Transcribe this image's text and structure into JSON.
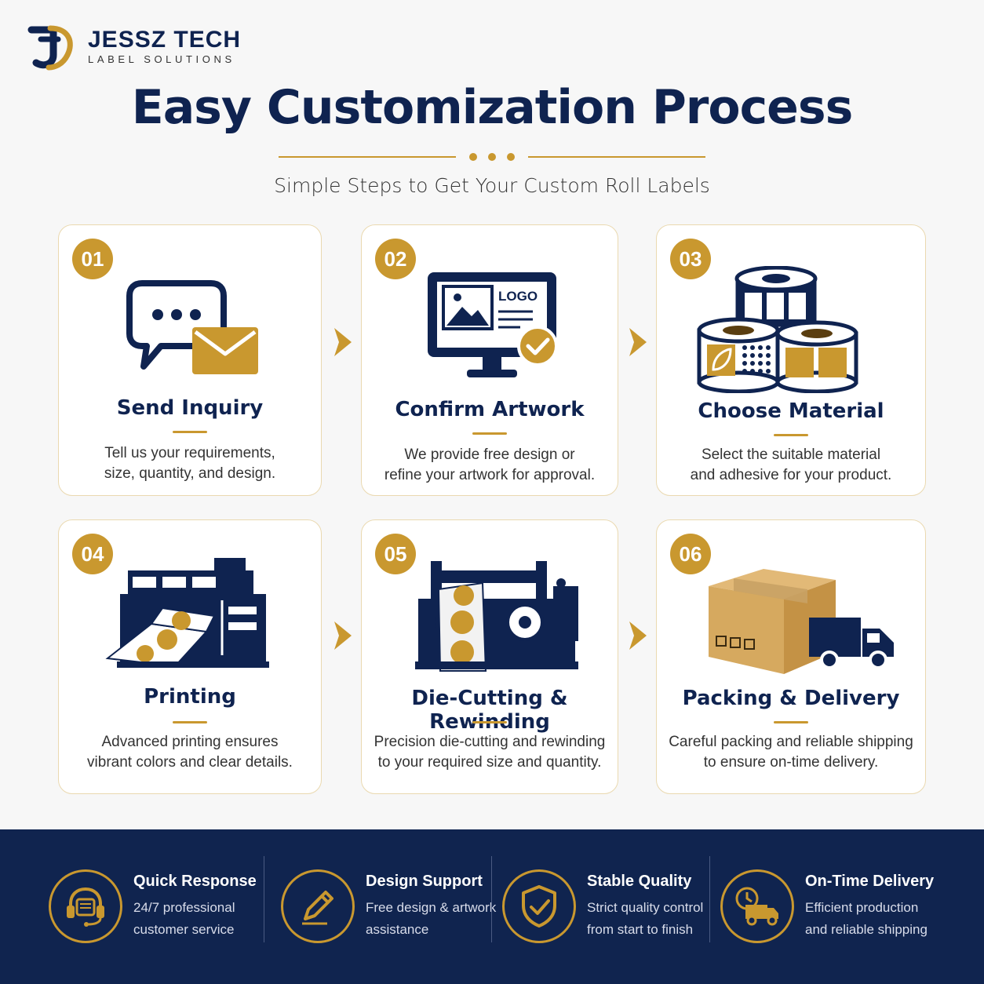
{
  "brand": {
    "name": "JESSZ TECH",
    "tagline": "LABEL SOLUTIONS",
    "icon": "jt-monogram-logo"
  },
  "header": {
    "title": "Easy Customization Process",
    "subtitle": "Simple Steps to Get Your Custom Roll Labels"
  },
  "colors": {
    "navy": "#0f2350",
    "gold": "#c9982f",
    "card_border": "#ead9b0",
    "footer_bg": "#10244f"
  },
  "steps": [
    {
      "number": "01",
      "title": "Send Inquiry",
      "desc_line1": "Tell us your requirements,",
      "desc_line2": "size, quantity, and design.",
      "icon": "chat-and-envelope-icon"
    },
    {
      "number": "02",
      "title": "Confirm Artwork",
      "desc_line1": "We provide free design or",
      "desc_line2": "refine your artwork for approval.",
      "icon": "monitor-logo-check-icon",
      "icon_text": "LOGO"
    },
    {
      "number": "03",
      "title": "Choose Material",
      "desc_line1": "Select the suitable material",
      "desc_line2": "and adhesive for your product.",
      "icon": "label-rolls-icon"
    },
    {
      "number": "04",
      "title": "Printing",
      "desc_line1": "Advanced printing ensures",
      "desc_line2": "vibrant colors and clear details.",
      "icon": "printing-press-icon"
    },
    {
      "number": "05",
      "title": "Die-Cutting & Rewinding",
      "desc_line1": "Precision die-cutting and rewinding",
      "desc_line2": "to your required size and quantity.",
      "icon": "die-cutting-machine-icon"
    },
    {
      "number": "06",
      "title": "Packing & Delivery",
      "desc_line1": "Careful packing and reliable shipping",
      "desc_line2": "to ensure on-time delivery.",
      "icon": "box-and-truck-icon"
    }
  ],
  "features": [
    {
      "title": "Quick Response",
      "desc": "24/7 professional\ncustomer service",
      "icon": "headset-icon"
    },
    {
      "title": "Design Support",
      "desc": "Free design & artwork\nassistance",
      "icon": "pencil-icon"
    },
    {
      "title": "Stable Quality",
      "desc": "Strict quality control\nfrom start to finish",
      "icon": "shield-check-icon"
    },
    {
      "title": "On-Time Delivery",
      "desc": "Efficient production\nand reliable shipping",
      "icon": "clock-truck-icon"
    }
  ]
}
